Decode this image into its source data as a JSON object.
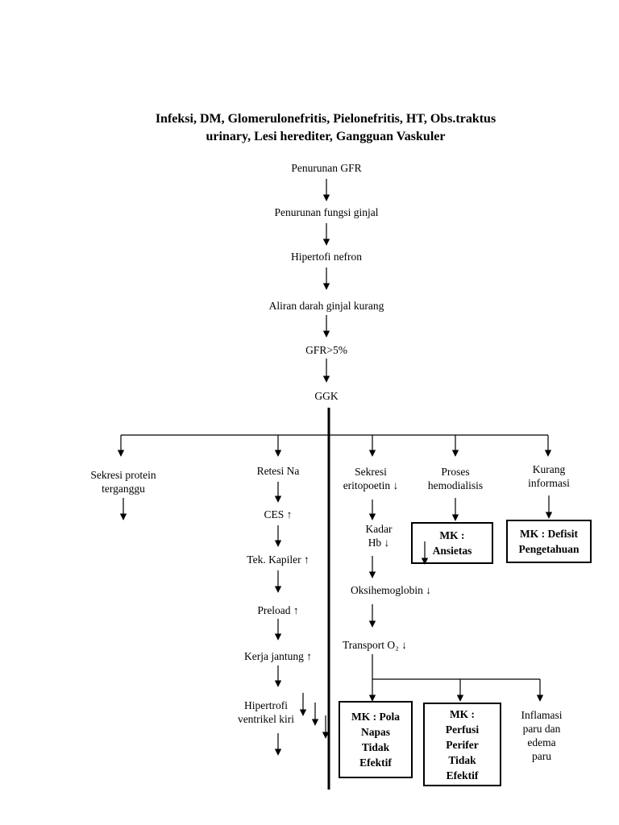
{
  "title": {
    "line1": "Infeksi, DM, Glomerulonefritis, Pielonefritis, HT, Obs.traktus",
    "line2": "urinary, Lesi herediter, Gangguan Vaskuler"
  },
  "chain": {
    "n1": "Penurunan GFR",
    "n2": "Penurunan fungsi ginjal",
    "n3": "Hipertofi nefron",
    "n4": "Aliran darah ginjal kurang",
    "n5": "GFR>5%",
    "n6": "GGK"
  },
  "branch1": {
    "line1": "Sekresi protein",
    "line2": "terganggu"
  },
  "branch2": {
    "head": "Retesi Na",
    "ces": "CES ↑",
    "tek": "Tek. Kapiler ↑",
    "preload": "Preload ↑",
    "kerja": "Kerja jantung ↑",
    "hiper1": "Hipertrofi",
    "hiper2": "ventrikel kiri"
  },
  "branch3": {
    "head1": "Sekresi",
    "head2": "eritopoetin ↓",
    "kadar1": "Kadar",
    "kadar2": "Hb ↓",
    "oksi": "Oksihemoglobin ↓",
    "transport": "Transport O₂ ↓"
  },
  "branch4": {
    "line1": "Proses",
    "line2": "hemodialisis"
  },
  "branch5": {
    "line1": "Kurang",
    "line2": "informasi"
  },
  "boxes": {
    "ansietas": [
      "MK :",
      "Ansietas"
    ],
    "defisit": [
      "MK : Defisit",
      "Pengetahuan"
    ],
    "pola": [
      "MK : Pola",
      "Napas",
      "Tidak",
      "Efektif"
    ],
    "perfusi": [
      "MK :",
      "Perfusi",
      "Perifer",
      "Tidak",
      "Efektif"
    ]
  },
  "inflamasi": [
    "Inflamasi",
    "paru dan",
    "edema",
    "paru"
  ]
}
